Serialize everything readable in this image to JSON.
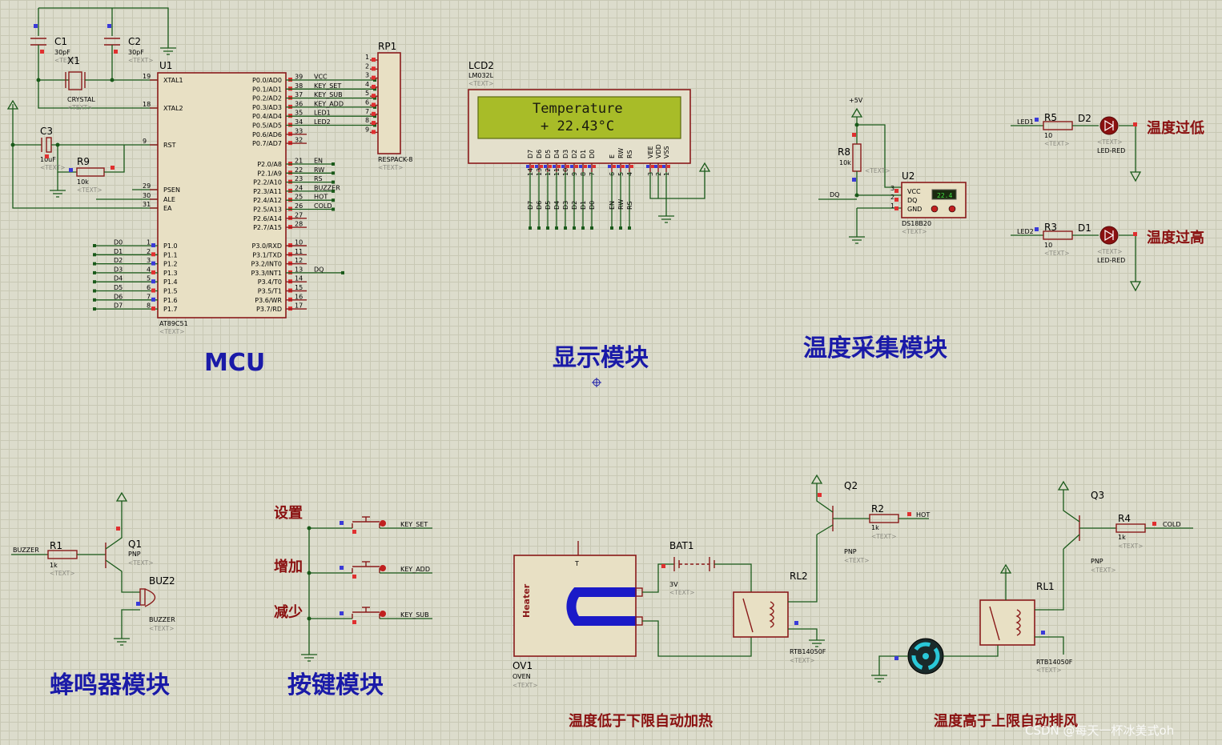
{
  "modules": {
    "mcu": "MCU",
    "display": "显示模块",
    "temp": "温度采集模块",
    "buzzer": "蜂鸣器模块",
    "keys": "按键模块"
  },
  "captions": {
    "heat": "温度低于下限自动加热",
    "fan": "温度高于上限自动排风",
    "low": "温度过低",
    "high": "温度过高",
    "set": "设置",
    "add": "增加",
    "sub": "减少"
  },
  "watermark": "CSDN @每天一杯冰美式oh",
  "lcd": {
    "ref": "LCD2",
    "type": "LM032L",
    "line1": "Temperature",
    "line2": "+ 22.43°C",
    "pins": [
      "D7",
      "D6",
      "D5",
      "D4",
      "D3",
      "D2",
      "D1",
      "D0",
      "E",
      "RW",
      "RS",
      "VEE",
      "VDD",
      "VSS"
    ],
    "nets": [
      "D7",
      "D6",
      "D5",
      "D4",
      "D3",
      "D2",
      "D1",
      "D0",
      "EN",
      "RW",
      "RS"
    ]
  },
  "text_tag": "<TEXT>",
  "mcu": {
    "ref": "U1",
    "part": "AT89C51",
    "left_pins": [
      {
        "n": "19",
        "l": "XTAL1"
      },
      {
        "n": "18",
        "l": "XTAL2"
      },
      {
        "n": "9",
        "l": "RST"
      },
      {
        "n": "29",
        "l": "PSEN"
      },
      {
        "n": "30",
        "l": "ALE"
      },
      {
        "n": "31",
        "l": "EA"
      }
    ],
    "p1": [
      "P1.0",
      "P1.1",
      "P1.2",
      "P1.3",
      "P1.4",
      "P1.5",
      "P1.6",
      "P1.7"
    ],
    "p0": [
      "P0.0/AD0",
      "P0.1/AD1",
      "P0.2/AD2",
      "P0.3/AD3",
      "P0.4/AD4",
      "P0.5/AD5",
      "P0.6/AD6",
      "P0.7/AD7"
    ],
    "p0n": [
      "39",
      "38",
      "37",
      "36",
      "35",
      "34",
      "33",
      "32"
    ],
    "p2": [
      "P2.0/A8",
      "P2.1/A9",
      "P2.2/A10",
      "P2.3/A11",
      "P2.4/A12",
      "P2.5/A13",
      "P2.6/A14",
      "P2.7/A15"
    ],
    "p2n": [
      "21",
      "22",
      "23",
      "24",
      "25",
      "26",
      "27",
      "28"
    ],
    "p2net": [
      "EN",
      "RW",
      "RS",
      "BUZZER",
      "HOT",
      "COLD",
      "",
      ""
    ],
    "p3": [
      "P3.0/RXD",
      "P3.1/TXD",
      "P3.2/INT0",
      "P3.3/INT1",
      "P3.4/T0",
      "P3.5/T1",
      "P3.6/WR",
      "P3.7/RD"
    ],
    "p3n": [
      "10",
      "11",
      "12",
      "13",
      "14",
      "15",
      "16",
      "17"
    ],
    "p0net": [
      "VCC",
      "KEY_SET",
      "KEY_SUB",
      "KEY_ADD",
      "LED1",
      "LED2",
      "",
      ""
    ],
    "dnet": [
      "D0",
      "D1",
      "D2",
      "D3",
      "D4",
      "D5",
      "D6",
      "D7"
    ]
  },
  "parts": {
    "c1": {
      "ref": "C1",
      "val": "30pF"
    },
    "c2": {
      "ref": "C2",
      "val": "30pF"
    },
    "x1": {
      "ref": "X1",
      "val": "CRYSTAL"
    },
    "c3": {
      "ref": "C3",
      "val": "10uF"
    },
    "r9": {
      "ref": "R9",
      "val": "10k"
    },
    "rp1": {
      "ref": "RP1",
      "val": "RESPACK-8"
    },
    "r8": {
      "ref": "R8",
      "val": "10k"
    },
    "u2": {
      "ref": "U2",
      "val": "DS18B20",
      "reading": "22.4"
    },
    "r5": {
      "ref": "R5",
      "val": "10"
    },
    "d2": {
      "ref": "D2",
      "val": "LED-RED"
    },
    "r3": {
      "ref": "R3",
      "val": "10"
    },
    "d1": {
      "ref": "D1",
      "val": "LED-RED"
    },
    "r1": {
      "ref": "R1",
      "val": "1k"
    },
    "q1": {
      "ref": "Q1",
      "val": "PNP"
    },
    "buz2": {
      "ref": "BUZ2",
      "val": "BUZZER"
    },
    "bat1": {
      "ref": "BAT1",
      "val": "3V"
    },
    "ov1": {
      "ref": "OV1",
      "val": "OVEN",
      "label": "Heater"
    },
    "rl2": {
      "ref": "RL2",
      "val": "RTB14050F"
    },
    "q2": {
      "ref": "Q2",
      "val": "PNP"
    },
    "r2": {
      "ref": "R2",
      "val": "1k"
    },
    "rl1": {
      "ref": "RL1",
      "val": "RTB14050F"
    },
    "q3": {
      "ref": "Q3",
      "val": "PNP"
    },
    "r4": {
      "ref": "R4",
      "val": "1k"
    }
  },
  "nets": {
    "vcc5": "+5V",
    "dq": "DQ",
    "led1": "LED1",
    "led2": "LED2",
    "buzzer": "BUZZER",
    "hot": "HOT",
    "cold": "COLD",
    "key_set": "KEY_SET",
    "key_add": "KEY_ADD",
    "key_sub": "KEY_SUB",
    "u2pins": [
      "VCC",
      "DQ",
      "GND"
    ],
    "u2n": [
      "3",
      "2",
      "1"
    ]
  }
}
